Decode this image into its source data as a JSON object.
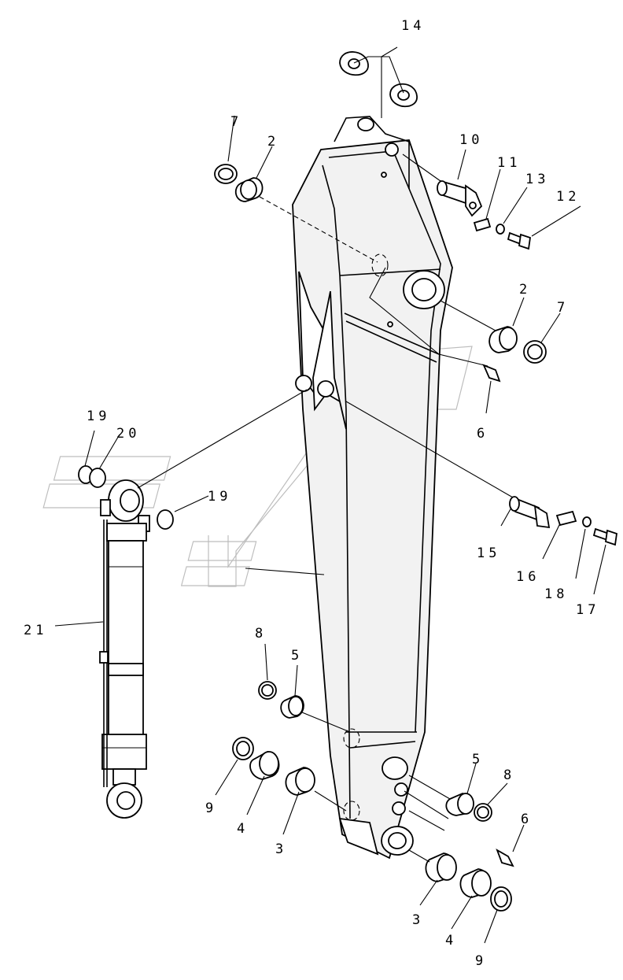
{
  "diagram": {
    "labels": {
      "l14": "14",
      "l7a": "7",
      "l2a": "2",
      "l10": "10",
      "l11": "11",
      "l13": "13",
      "l12": "12",
      "l2b": "2",
      "l7b": "7",
      "l6a": "6",
      "l19a": "19",
      "l20": "20",
      "l19b": "19",
      "l15": "15",
      "l16": "16",
      "l18": "18",
      "l17": "17",
      "l21": "21",
      "l8a": "8",
      "l5a": "5",
      "l9a": "9",
      "l4a": "4",
      "l3a": "3",
      "l5b": "5",
      "l8b": "8",
      "l6b": "6",
      "l3b": "3",
      "l4b": "4",
      "l9b": "9"
    }
  }
}
